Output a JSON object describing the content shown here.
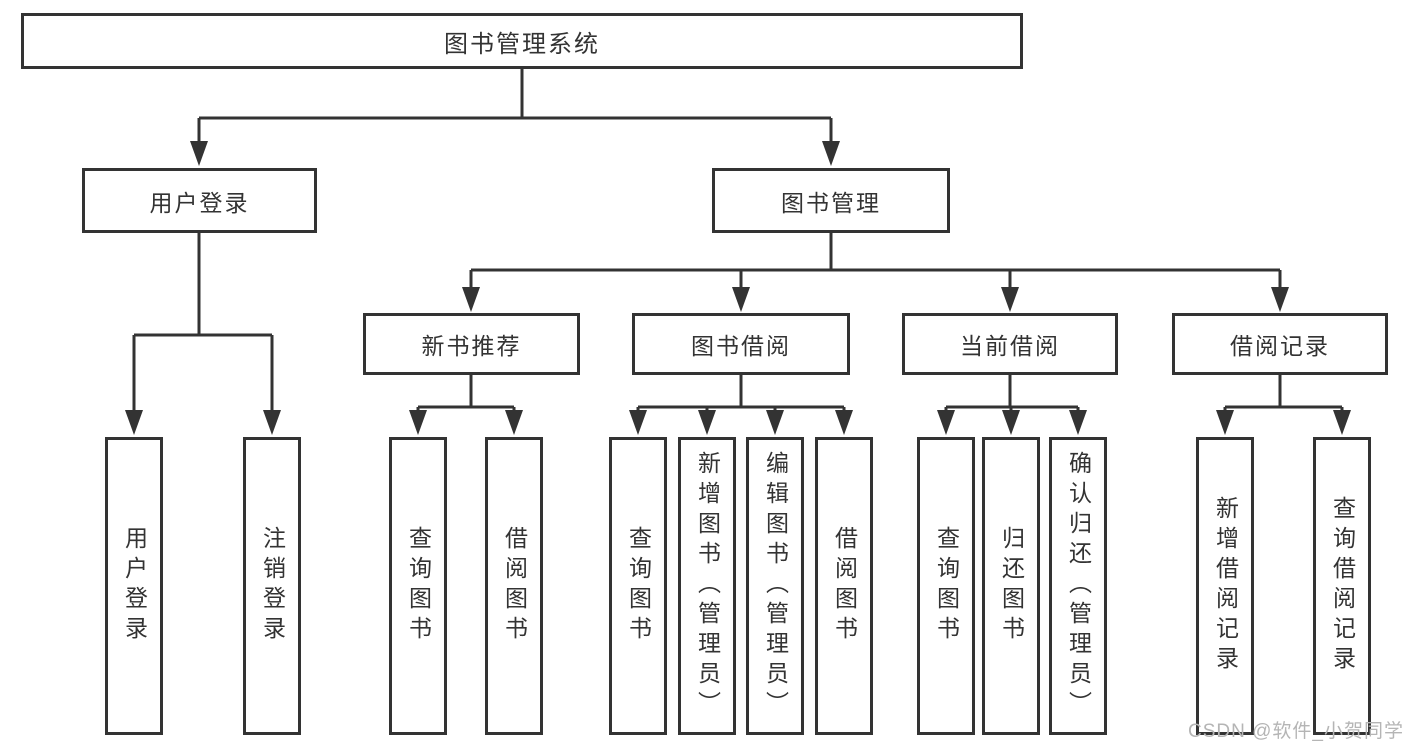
{
  "colors": {
    "line": "#333333",
    "box_border": "#333333",
    "text": "#333333",
    "background": "#ffffff",
    "watermark": "#b5b5b5"
  },
  "tree": {
    "root": {
      "label": "图书管理系统"
    },
    "branches": [
      {
        "label": "用户登录",
        "children": [
          {
            "label": "用户登录"
          },
          {
            "label": "注销登录"
          }
        ]
      },
      {
        "label": "图书管理",
        "children": [
          {
            "label": "新书推荐",
            "children": [
              {
                "label": "查询图书"
              },
              {
                "label": "借阅图书"
              }
            ]
          },
          {
            "label": "图书借阅",
            "children": [
              {
                "label": "查询图书"
              },
              {
                "label": "新增图书（管理员）"
              },
              {
                "label": "编辑图书（管理员）"
              },
              {
                "label": "借阅图书"
              }
            ]
          },
          {
            "label": "当前借阅",
            "children": [
              {
                "label": "查询图书"
              },
              {
                "label": "归还图书"
              },
              {
                "label": "确认归还（管理员）"
              }
            ]
          },
          {
            "label": "借阅记录",
            "children": [
              {
                "label": "新增借阅记录"
              },
              {
                "label": "查询借阅记录"
              }
            ]
          }
        ]
      }
    ]
  },
  "watermark": {
    "text": "CSDN @软件_小贺同学"
  }
}
